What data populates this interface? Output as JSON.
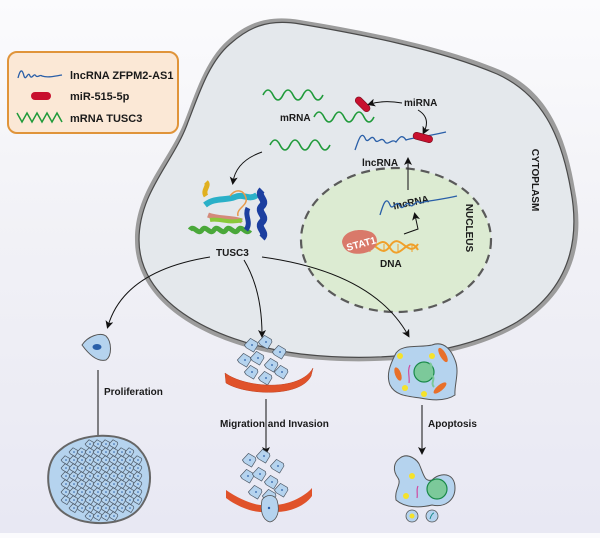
{
  "legend": {
    "items": [
      {
        "label": "lncRNA ZFPM2-AS1",
        "icon": "lncrna-wave-icon",
        "color": "#2a5fa8"
      },
      {
        "label": "miR-515-5p",
        "icon": "mirna-capsule-icon",
        "color": "#c8102e"
      },
      {
        "label": "mRNA TUSC3",
        "icon": "mrna-zigzag-icon",
        "color": "#1f9a3a"
      }
    ],
    "border_color": "#e0943a",
    "background": "#fbe8d6"
  },
  "cell": {
    "cytoplasm_label": "CYTOPLASM",
    "nucleus_label": "NUCLEUS",
    "labels": {
      "mrna": "mRNA",
      "mirna": "miRNA",
      "lncrna_cytoplasm": "lncRNA",
      "lncrna_nucleus": "lncRNA",
      "stat1": "STAT1",
      "dna": "DNA",
      "tusc3": "TUSC3"
    },
    "colors": {
      "cytoplasm": "#e4e8ec",
      "membrane": "#6b6b6b",
      "nucleus": "#dcebd2",
      "stat1": "#d9796a",
      "dna": "#f0a02a"
    }
  },
  "outcomes": {
    "proliferation": "Proliferation",
    "migration": "Migration and Invasion",
    "apoptosis": "Apoptosis"
  }
}
